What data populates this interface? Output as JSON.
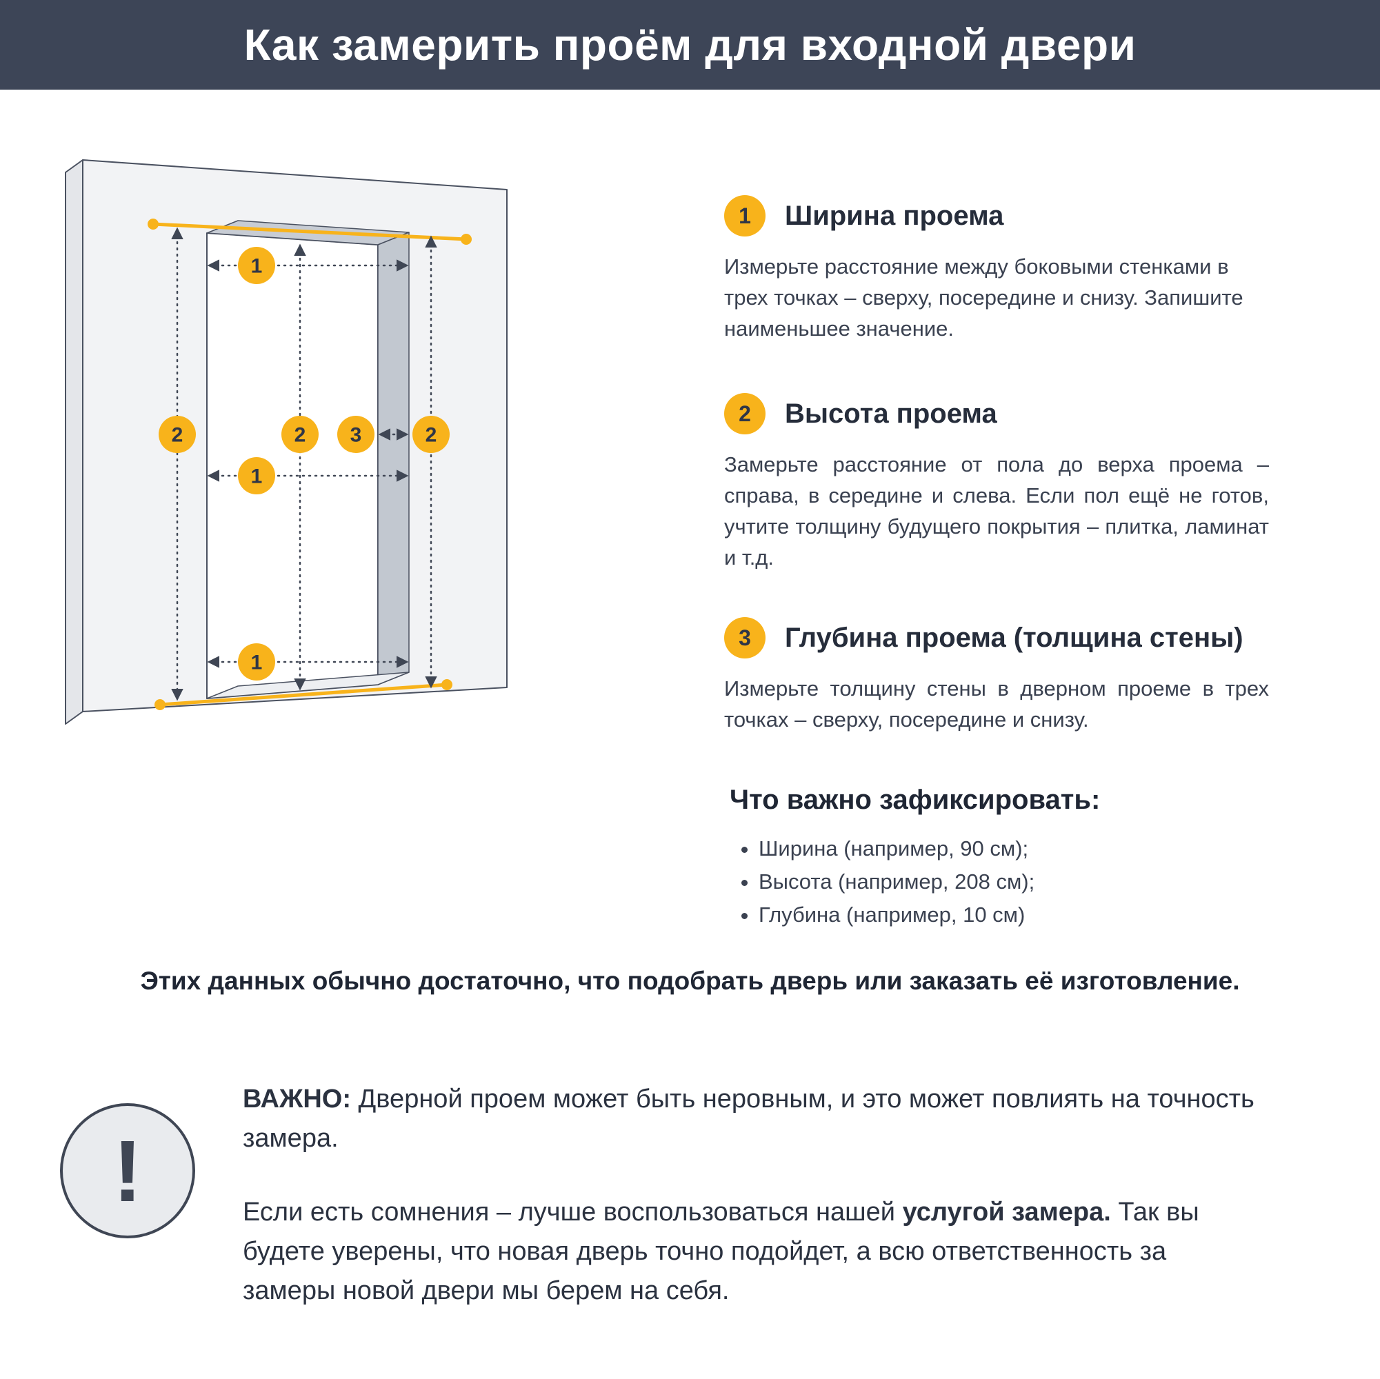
{
  "header": {
    "title": "Как замерить проём для входной двери"
  },
  "steps": [
    {
      "number": "1",
      "title": "Ширина проема",
      "text": "Измерьте расстояние между боковыми стенками в трех точках – сверху, посередине и снизу. Запишите наименьшее значение."
    },
    {
      "number": "2",
      "title": "Высота проема",
      "text": "Замерьте расстояние от пола до верха проема – справа, в середине и слева. Если пол ещё не готов, учтите толщину будущего покрытия – плитка, ламинат и т.д."
    },
    {
      "number": "3",
      "title": "Глубина проема (толщина стены)",
      "text": "Измерьте толщину стены в дверном проеме в трех точках – сверху, посередине и снизу."
    }
  ],
  "checklist": {
    "title": "Что важно зафиксировать:",
    "items": [
      "Ширина (например, 90 см);",
      "Высота (например, 208 см);",
      "Глубина (например, 10 см)"
    ]
  },
  "summary": "Этих данных обычно достаточно, что подобрать дверь или заказать её изготовление.",
  "important": {
    "icon": "!",
    "p1_bold": "ВАЖНО:",
    "p1_rest": " Дверной проем может быть неровным, и это может повлиять на точность замера.",
    "p2_pre": "Если есть сомнения – лучше воспользоваться нашей ",
    "p2_bold": "услугой замера.",
    "p2_rest": " Так вы будете уверены, что новая дверь точно подойдет, а всю ответственность за замеры новой двери мы берем на себя."
  },
  "diagram": {
    "width_marker": "1",
    "height_marker": "2",
    "depth_marker": "3"
  },
  "colors": {
    "header_bg": "#3d4557",
    "accent_yellow": "#f8b31b",
    "line_dark": "#3f4654"
  }
}
